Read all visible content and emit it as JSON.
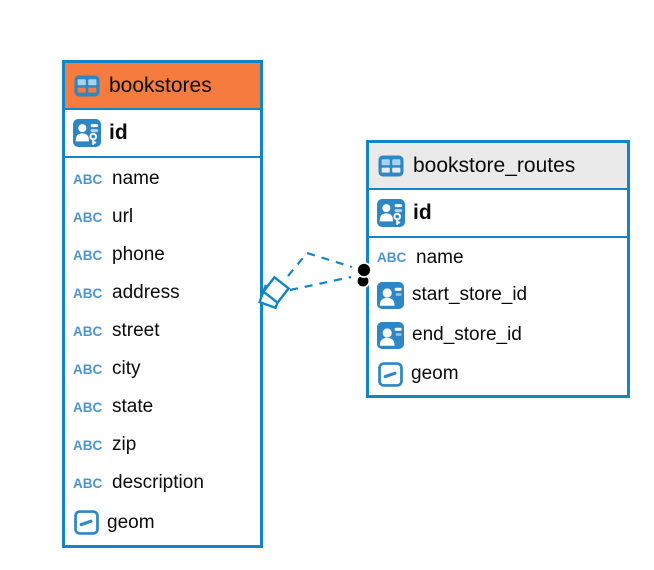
{
  "colors": {
    "table_border": "#1185C8",
    "header_bookstores": "#F57C3E",
    "header_routes": "#EAEAEA",
    "icon_blue": "#2E86C4",
    "icon_cell_light": "#A9D2EC",
    "abc_blue": "#4E95CB",
    "relationship_line": "#1185C8",
    "endpoint_black": "#000000"
  },
  "icons": {
    "abc_text": "ABC"
  },
  "tables": [
    {
      "title": "bookstores",
      "columns": [
        {
          "label": "id",
          "type": "primary-key"
        },
        {
          "label": "name",
          "type": "text"
        },
        {
          "label": "url",
          "type": "text"
        },
        {
          "label": "phone",
          "type": "text"
        },
        {
          "label": "address",
          "type": "text"
        },
        {
          "label": "street",
          "type": "text"
        },
        {
          "label": "city",
          "type": "text"
        },
        {
          "label": "state",
          "type": "text"
        },
        {
          "label": "zip",
          "type": "text"
        },
        {
          "label": "description",
          "type": "text"
        },
        {
          "label": "geom",
          "type": "geometry"
        }
      ]
    },
    {
      "title": "bookstore_routes",
      "columns": [
        {
          "label": "id",
          "type": "primary-key"
        },
        {
          "label": "name",
          "type": "text"
        },
        {
          "label": "start_store_id",
          "type": "reference"
        },
        {
          "label": "end_store_id",
          "type": "reference"
        },
        {
          "label": "geom",
          "type": "geometry"
        }
      ]
    }
  ],
  "relationship": {
    "style": "dashed",
    "from_table": "bookstores",
    "to_table": "bookstore_routes",
    "lines": 2
  }
}
